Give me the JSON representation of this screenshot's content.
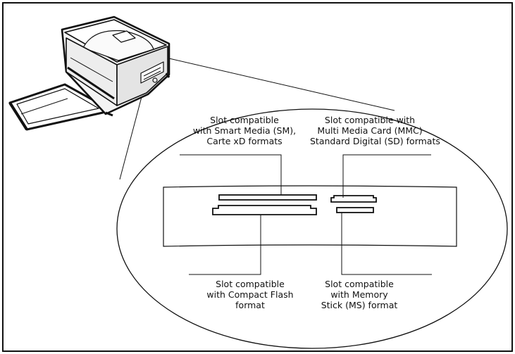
{
  "labels": {
    "smart_media": {
      "line1": "Slot compatible",
      "line2": "with Smart Media (SM),",
      "line3": "Carte xD formats"
    },
    "multi_media": {
      "line1": "Slot compatible with",
      "line2": "Multi Media Card (MMC)",
      "line3": "Standard Digital (SD) formats"
    },
    "compact_flash": {
      "line1": "Slot compatible",
      "line2": "with Compact Flash",
      "line3": "format"
    },
    "memory_stick": {
      "line1": "Slot compatible",
      "line2": "with Memory",
      "line3": "Stick (MS) format"
    }
  },
  "colors": {
    "ink": "#111111",
    "device_fill": "#f2f2f2",
    "device_dark": "#333333"
  }
}
